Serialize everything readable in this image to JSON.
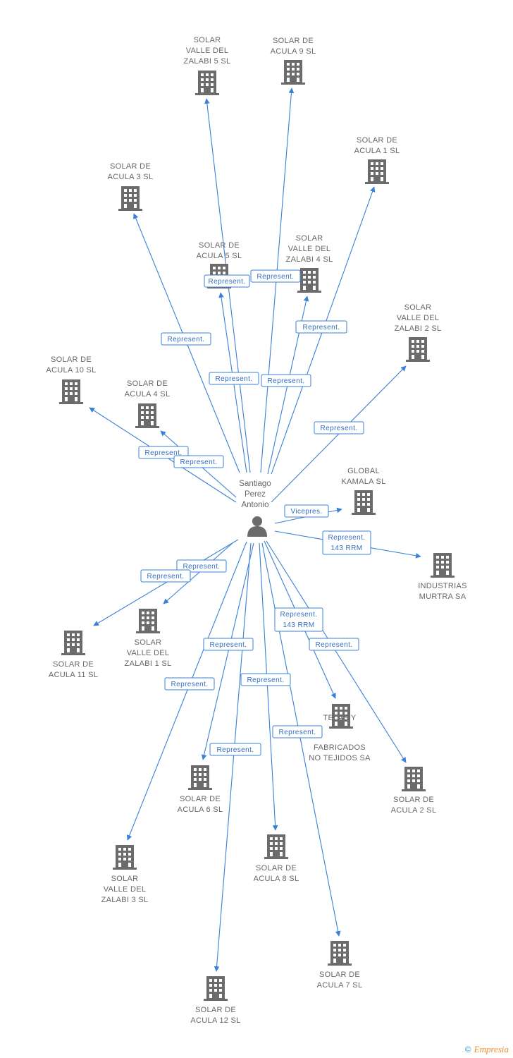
{
  "center": {
    "label_lines": [
      "Santiago",
      "Perez",
      "Antonio"
    ],
    "icon": "person-icon"
  },
  "companies": [
    {
      "id": "c1",
      "lines": [
        "SOLAR",
        "VALLE DEL",
        "ZALABI 5 SL"
      ],
      "icon": "building-icon"
    },
    {
      "id": "c2",
      "lines": [
        "SOLAR DE",
        "ACULA 9 SL"
      ],
      "icon": "building-icon"
    },
    {
      "id": "c3",
      "lines": [
        "SOLAR DE",
        "ACULA 1 SL"
      ],
      "icon": "building-icon"
    },
    {
      "id": "c4",
      "lines": [
        "SOLAR DE",
        "ACULA 3 SL"
      ],
      "icon": "building-icon"
    },
    {
      "id": "c5",
      "lines": [
        "SOLAR DE",
        "ACULA 5 SL"
      ],
      "icon": "building-icon"
    },
    {
      "id": "c6",
      "lines": [
        "SOLAR",
        "VALLE DEL",
        "ZALABI 4 SL"
      ],
      "icon": "building-icon"
    },
    {
      "id": "c7",
      "lines": [
        "SOLAR",
        "VALLE DEL",
        "ZALABI 2 SL"
      ],
      "icon": "building-icon"
    },
    {
      "id": "c8",
      "lines": [
        "SOLAR DE",
        "ACULA 10 SL"
      ],
      "icon": "building-icon"
    },
    {
      "id": "c9",
      "lines": [
        "SOLAR DE",
        "ACULA 4 SL"
      ],
      "icon": "building-icon"
    },
    {
      "id": "c10",
      "lines": [
        "GLOBAL",
        "KAMALA SL"
      ],
      "icon": "building-icon"
    },
    {
      "id": "c11",
      "lines": [
        "INDUSTRIAS",
        "MURTRA SA"
      ],
      "icon": "building-icon"
    },
    {
      "id": "c12",
      "lines": [
        "SOLAR",
        "VALLE DEL",
        "ZALABI 1 SL"
      ],
      "icon": "building-icon"
    },
    {
      "id": "c13",
      "lines": [
        "SOLAR DE",
        "ACULA 11 SL"
      ],
      "icon": "building-icon"
    },
    {
      "id": "c14",
      "lines": [
        "TELAS Y",
        "FABRICADOS",
        "NO TEJIDOS SA"
      ],
      "icon": "building-icon"
    },
    {
      "id": "c15",
      "lines": [
        "SOLAR DE",
        "ACULA 6 SL"
      ],
      "icon": "building-icon"
    },
    {
      "id": "c16",
      "lines": [
        "SOLAR DE",
        "ACULA 2 SL"
      ],
      "icon": "building-icon"
    },
    {
      "id": "c17",
      "lines": [
        "SOLAR",
        "VALLE DEL",
        "ZALABI 3 SL"
      ],
      "icon": "building-icon"
    },
    {
      "id": "c18",
      "lines": [
        "SOLAR DE",
        "ACULA 8 SL"
      ],
      "icon": "building-icon"
    },
    {
      "id": "c19",
      "lines": [
        "SOLAR DE",
        "ACULA 7 SL"
      ],
      "icon": "building-icon"
    },
    {
      "id": "c20",
      "lines": [
        "SOLAR DE",
        "ACULA 12 SL"
      ],
      "icon": "building-icon"
    }
  ],
  "edges": [
    {
      "to": "c1",
      "label_lines": [
        "Represent."
      ]
    },
    {
      "to": "c2",
      "label_lines": [
        "Represent."
      ]
    },
    {
      "to": "c3",
      "label_lines": [
        "Represent."
      ]
    },
    {
      "to": "c4",
      "label_lines": [
        "Represent."
      ]
    },
    {
      "to": "c5",
      "label_lines": [
        "Represent."
      ]
    },
    {
      "to": "c6",
      "label_lines": [
        "Represent."
      ]
    },
    {
      "to": "c7",
      "label_lines": [
        "Represent."
      ]
    },
    {
      "to": "c8",
      "label_lines": [
        "Represent."
      ]
    },
    {
      "to": "c9",
      "label_lines": [
        "Represent."
      ]
    },
    {
      "to": "c10",
      "label_lines": [
        "Vicepres."
      ]
    },
    {
      "to": "c11",
      "label_lines": [
        "Represent.",
        "143 RRM"
      ]
    },
    {
      "to": "c12",
      "label_lines": [
        "Represent."
      ]
    },
    {
      "to": "c13",
      "label_lines": [
        "Represent."
      ]
    },
    {
      "to": "c14",
      "label_lines": [
        "Represent.",
        "143 RRM"
      ]
    },
    {
      "to": "c15",
      "label_lines": [
        "Represent."
      ]
    },
    {
      "to": "c16",
      "label_lines": [
        "Represent."
      ]
    },
    {
      "to": "c17",
      "label_lines": [
        "Represent."
      ]
    },
    {
      "to": "c18",
      "label_lines": [
        "Represent."
      ]
    },
    {
      "to": "c19",
      "label_lines": [
        "Represent."
      ]
    },
    {
      "to": "c20",
      "label_lines": [
        "Represent."
      ]
    }
  ],
  "footer": {
    "copyright_symbol": "©",
    "brand": "Empresia"
  },
  "colors": {
    "edge": "#3a80d6",
    "icon": "#6b6b6b",
    "text": "#666666"
  }
}
